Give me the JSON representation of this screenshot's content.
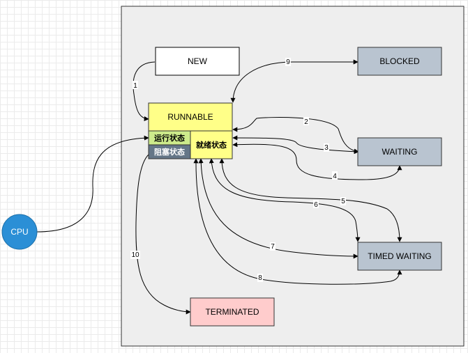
{
  "nodes": {
    "new": "NEW",
    "blocked": "BLOCKED",
    "runnable": "RUNNABLE",
    "waiting": "WAITING",
    "timed_waiting": "TIMED WAITING",
    "terminated": "TERMINATED",
    "cpu": "CPU",
    "running": "运行状态",
    "blocking": "阻塞状态",
    "ready": "就绪状态"
  },
  "edges": [
    "1",
    "2",
    "3",
    "4",
    "5",
    "6",
    "7",
    "8",
    "9",
    "10"
  ],
  "colors": {
    "container": "#eeeeee",
    "blocked_fill": "#b9c4d0",
    "runnable_fill": "#ffff88",
    "running_fill": "#cdeb8b",
    "blocking_fill": "#647687",
    "terminated_fill": "#ffcccc",
    "cpu_fill": "#2b8fd6"
  }
}
